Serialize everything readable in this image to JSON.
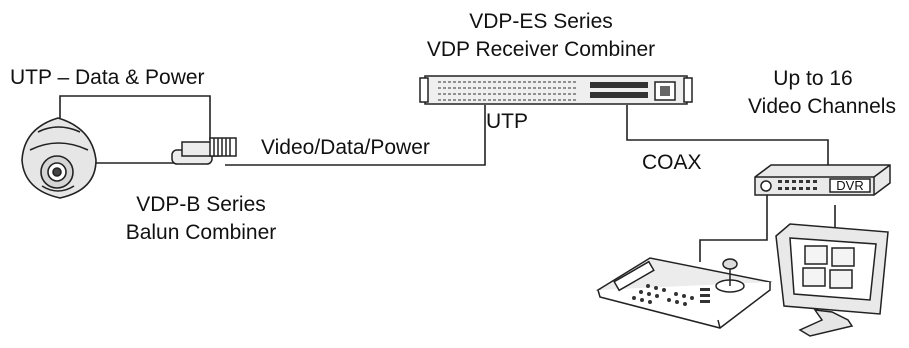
{
  "labels": {
    "vdp_es_series": "VDP-ES Series",
    "vdp_receiver_combiner": "VDP Receiver Combiner",
    "utp_data_power": "UTP – Data & Power",
    "up_to_16": "Up to 16",
    "video_channels": "Video Channels",
    "utp": "UTP",
    "video_data_power": "Video/Data/Power",
    "coax": "COAX",
    "vdp_b_series": "VDP-B Series",
    "balun_combiner": "Balun Combiner",
    "dvr": "DVR"
  },
  "colors": {
    "line": "#222222",
    "fill_light": "#e9e9e9",
    "fill_white": "#ffffff"
  },
  "icons": [
    "dome-camera-icon",
    "balun-connector-icon",
    "rack-unit-icon",
    "dvr-icon",
    "keyboard-controller-icon",
    "monitor-icon"
  ]
}
